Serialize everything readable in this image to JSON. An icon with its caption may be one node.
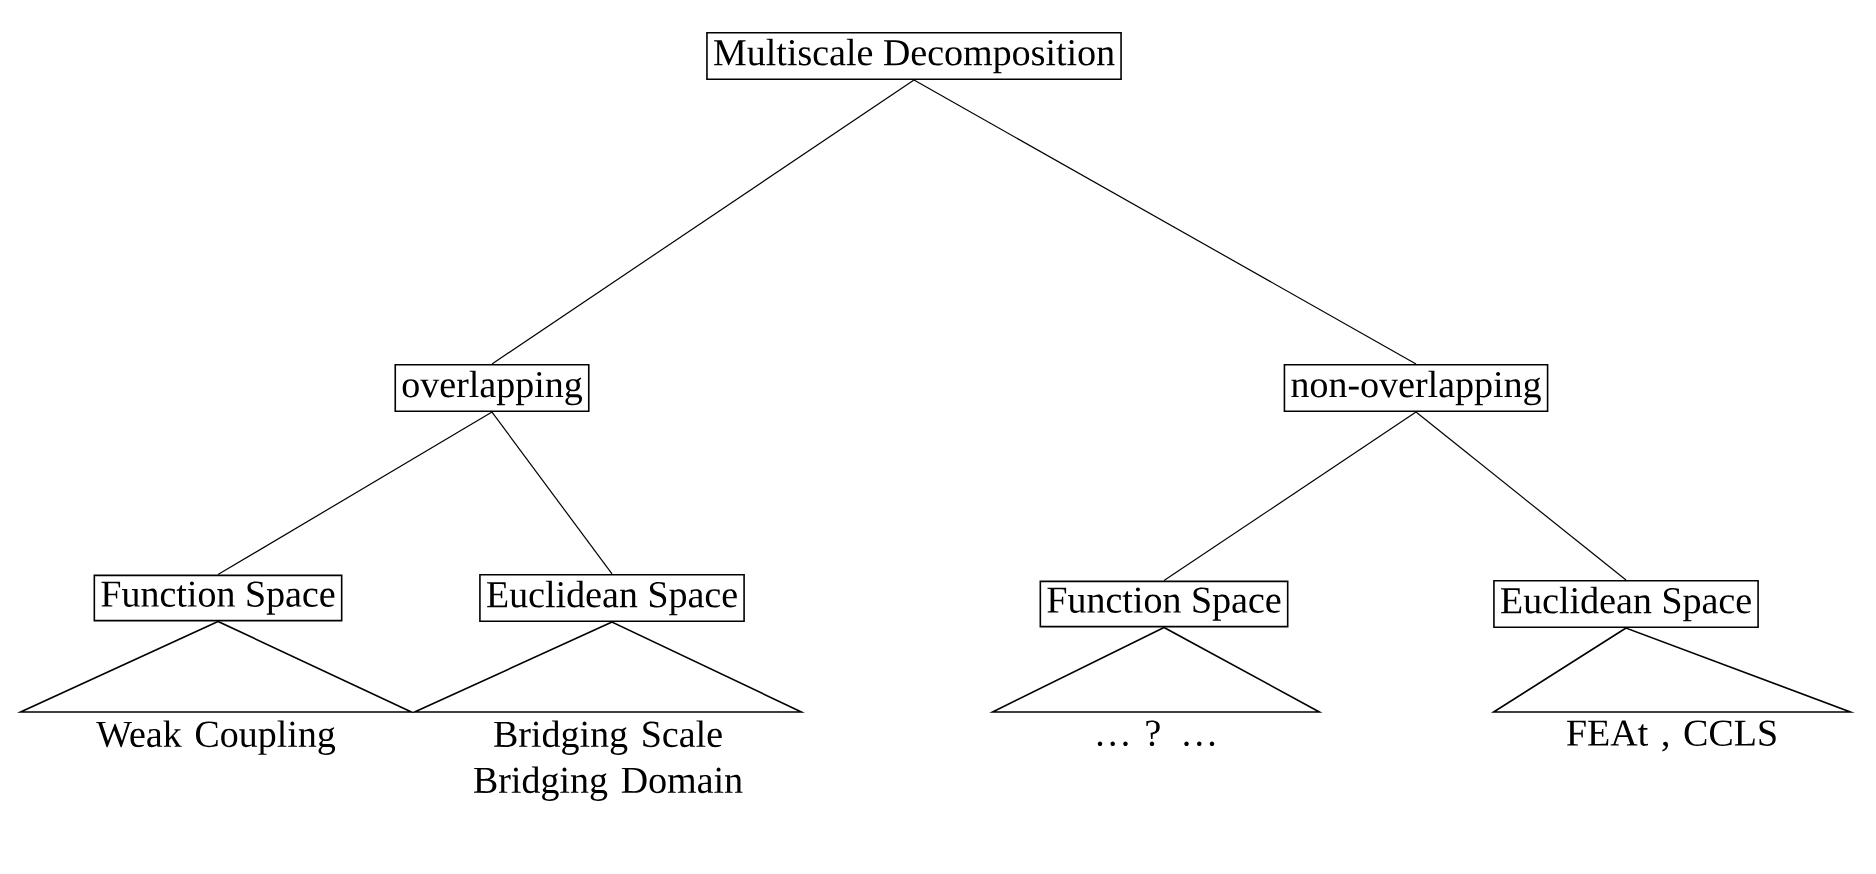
{
  "diagram": {
    "nodes": [
      {
        "text": [
          "Multiscale Decomposition"
        ]
      },
      {
        "text": [
          "overlapping"
        ]
      },
      {
        "text": [
          "non-overlapping"
        ]
      },
      {
        "text": [
          "Function Space"
        ]
      },
      {
        "text": [
          "Euclidean Space"
        ]
      },
      {
        "text": [
          "Function Space"
        ]
      },
      {
        "text": [
          "Euclidean Space"
        ]
      },
      {
        "text": [
          "Weak Coupling"
        ]
      },
      {
        "text": [
          "Bridging Scale Bridging Domain"
        ]
      },
      {
        "text": [
          "… ? …"
        ]
      },
      {
        "text": [
          "FEAt , CCLS"
        ]
      }
    ],
    "edges": [
      {
        "from": 0,
        "to": 1,
        "arrow": "none"
      },
      {
        "from": 0,
        "to": 2,
        "arrow": "none"
      },
      {
        "from": 1,
        "to": 3,
        "arrow": "none"
      },
      {
        "from": 1,
        "to": 4,
        "arrow": "none"
      },
      {
        "from": 2,
        "to": 5,
        "arrow": "none"
      },
      {
        "from": 2,
        "to": 6,
        "arrow": "none"
      },
      {
        "from": 3,
        "to": 7,
        "arrow": "none"
      },
      {
        "from": 4,
        "to": 8,
        "arrow": "none"
      },
      {
        "from": 5,
        "to": 9,
        "arrow": "none"
      },
      {
        "from": 6,
        "to": 10,
        "arrow": "none"
      }
    ]
  }
}
